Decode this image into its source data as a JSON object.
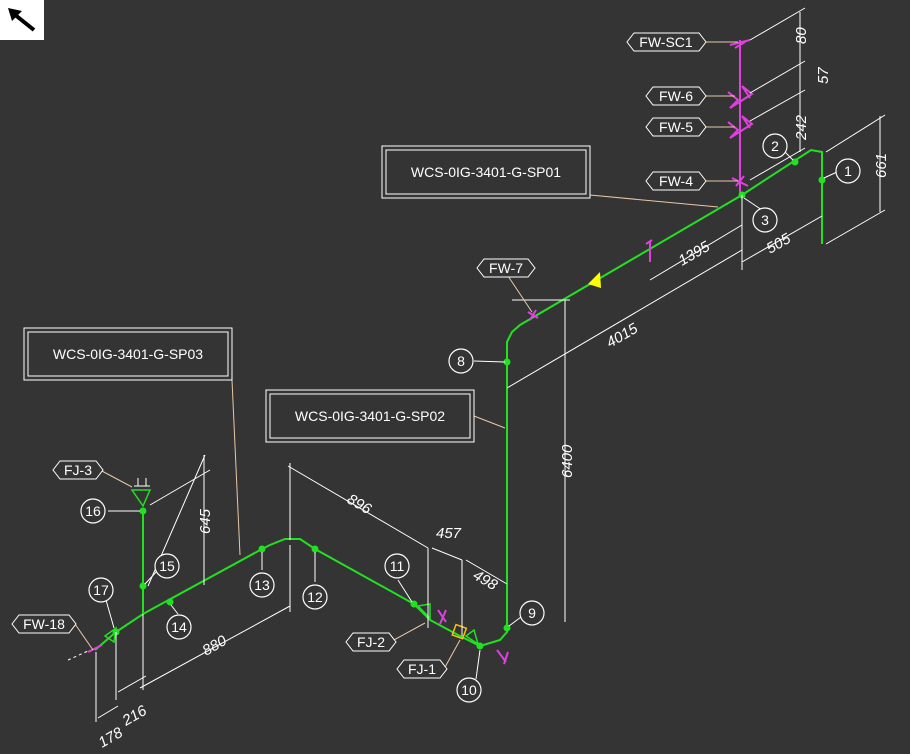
{
  "spool_labels": [
    "WCS-0IG-3401-G-SP01",
    "WCS-0IG-3401-G-SP02",
    "WCS-0IG-3401-G-SP03"
  ],
  "weld_tags": [
    "FW-SC1",
    "FW-6",
    "FW-5",
    "FW-4",
    "FW-7",
    "FJ-3",
    "FW-18",
    "FJ-2",
    "FJ-1"
  ],
  "node_numbers": [
    "1",
    "2",
    "3",
    "8",
    "9",
    "10",
    "11",
    "12",
    "13",
    "14",
    "15",
    "16",
    "17"
  ],
  "dimensions": [
    "80",
    "57",
    "242",
    "661",
    "1395",
    "505",
    "4015",
    "6400",
    "896",
    "457",
    "498",
    "645",
    "880",
    "216",
    "178"
  ],
  "colors": {
    "background": "#343434",
    "pipe": "#22e022",
    "support": "#e040e0",
    "flow_arrow": "#ffff00",
    "leader": "#e8c8a8"
  },
  "nav_icon": "north-west-arrow-icon"
}
